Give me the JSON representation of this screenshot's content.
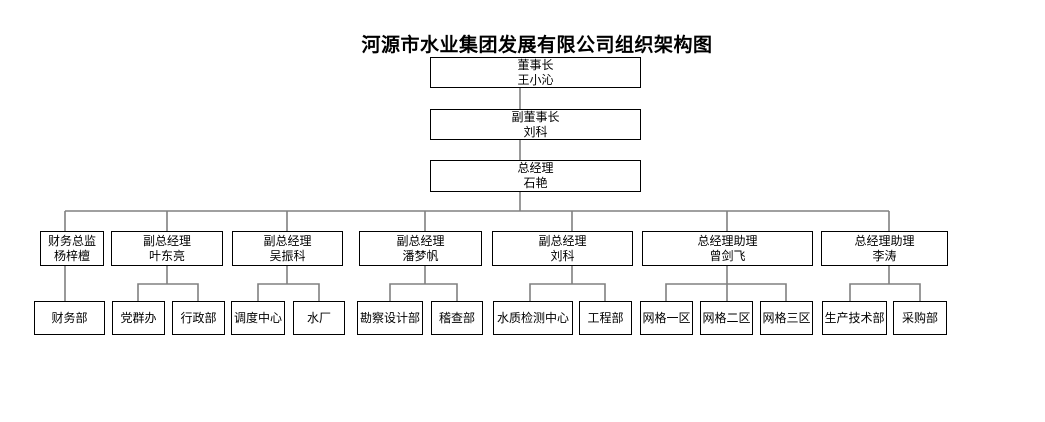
{
  "title": "河源市水业集团发展有限公司组织架构图",
  "colors": {
    "background": "#ffffff",
    "box_border": "#000000",
    "connector": "#808080",
    "text": "#000000"
  },
  "org": {
    "chairman": {
      "role": "董事长",
      "name": "王小沁"
    },
    "vice_chairman": {
      "role": "副董事长",
      "name": "刘科"
    },
    "general_manager": {
      "role": "总经理",
      "name": "石艳"
    },
    "executives": [
      {
        "role": "财务总监",
        "name": "杨梓檀"
      },
      {
        "role": "副总经理",
        "name": "叶东亮"
      },
      {
        "role": "副总经理",
        "name": "吴振科"
      },
      {
        "role": "副总经理",
        "name": "潘梦帆"
      },
      {
        "role": "副总经理",
        "name": "刘科"
      },
      {
        "role": "总经理助理",
        "name": "曾剑飞"
      },
      {
        "role": "总经理助理",
        "name": "李涛"
      }
    ],
    "departments": [
      {
        "label": "财务部",
        "parent": "杨梓檀"
      },
      {
        "label": "党群办",
        "parent": "叶东亮"
      },
      {
        "label": "行政部",
        "parent": "叶东亮"
      },
      {
        "label": "调度中心",
        "parent": "吴振科"
      },
      {
        "label": "水厂",
        "parent": "吴振科"
      },
      {
        "label": "勘察设计部",
        "parent": "潘梦帆"
      },
      {
        "label": "稽查部",
        "parent": "潘梦帆"
      },
      {
        "label": "水质检测中心",
        "parent": "刘科"
      },
      {
        "label": "工程部",
        "parent": "刘科"
      },
      {
        "label": "网格一区",
        "parent": "曾剑飞"
      },
      {
        "label": "网格二区",
        "parent": "曾剑飞"
      },
      {
        "label": "网格三区",
        "parent": "曾剑飞"
      },
      {
        "label": "生产技术部",
        "parent": "李涛"
      },
      {
        "label": "采购部",
        "parent": "李涛"
      }
    ]
  }
}
